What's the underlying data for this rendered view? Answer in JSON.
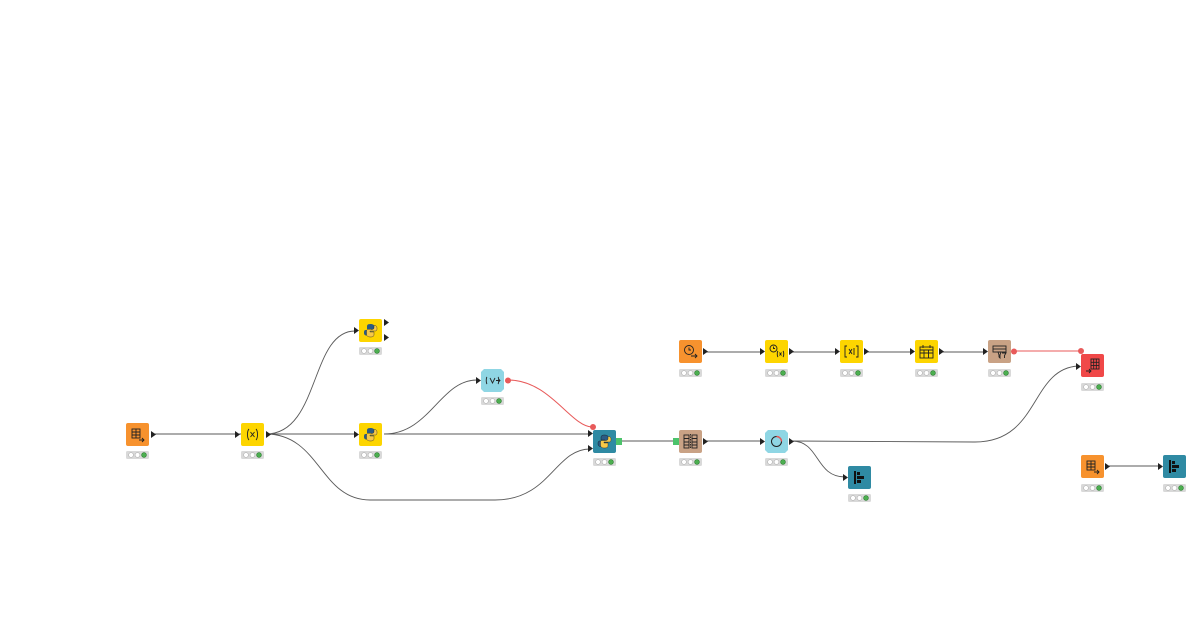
{
  "workflow": {
    "nodes": [
      {
        "id": "n1",
        "name": "table-creator-node",
        "color": "#f7922e",
        "icon": "table-arrow-icon"
      },
      {
        "id": "n2",
        "name": "variable-creator-node",
        "color": "#fdd500",
        "icon": "variable-x-icon"
      },
      {
        "id": "n3",
        "name": "python-script-top-node",
        "color": "#fdd500",
        "icon": "python-icon"
      },
      {
        "id": "n4",
        "name": "python-script-middle-node",
        "color": "#fdd500",
        "icon": "python-icon"
      },
      {
        "id": "n5",
        "name": "variable-condition-node",
        "color": "#8fd6e4",
        "icon": "variable-condition-icon"
      },
      {
        "id": "n6",
        "name": "python-view-node",
        "color": "#2f8aa3",
        "icon": "python-icon"
      },
      {
        "id": "n7",
        "name": "column-manipulation-node",
        "color": "#c9a285",
        "icon": "column-split-icon"
      },
      {
        "id": "n8",
        "name": "loop-node",
        "color": "#8fd6e4",
        "icon": "loop-icon"
      },
      {
        "id": "n9",
        "name": "bar-chart-view-node",
        "color": "#2f8aa3",
        "icon": "bar-chart-icon"
      },
      {
        "id": "n10",
        "name": "date-time-creator-node",
        "color": "#f7922e",
        "icon": "clock-icon"
      },
      {
        "id": "n11",
        "name": "date-time-to-variable-node",
        "color": "#fdd500",
        "icon": "clock-variable-icon"
      },
      {
        "id": "n12",
        "name": "string-variable-node",
        "color": "#fdd500",
        "icon": "bracket-variable-icon"
      },
      {
        "id": "n13",
        "name": "date-table-node",
        "color": "#fdd500",
        "icon": "calendar-table-icon"
      },
      {
        "id": "n14",
        "name": "filter-table-node",
        "color": "#c9a285",
        "icon": "filter-table-icon"
      },
      {
        "id": "n15",
        "name": "table-writer-node",
        "color": "#f04848",
        "icon": "table-writer-icon"
      },
      {
        "id": "n16",
        "name": "table-source-right-node",
        "color": "#f7922e",
        "icon": "table-arrow-icon"
      },
      {
        "id": "n17",
        "name": "bar-chart-right-node",
        "color": "#2f8aa3",
        "icon": "bar-chart-icon"
      }
    ],
    "status_colors": {
      "executed": "#4caf50",
      "idle": "#ffffff",
      "pill": "#d9d9d9"
    },
    "connection_colors": {
      "data": "#5a5a5a",
      "flow_variable": "#e85a5a",
      "python_port": "#4cc36b"
    }
  }
}
